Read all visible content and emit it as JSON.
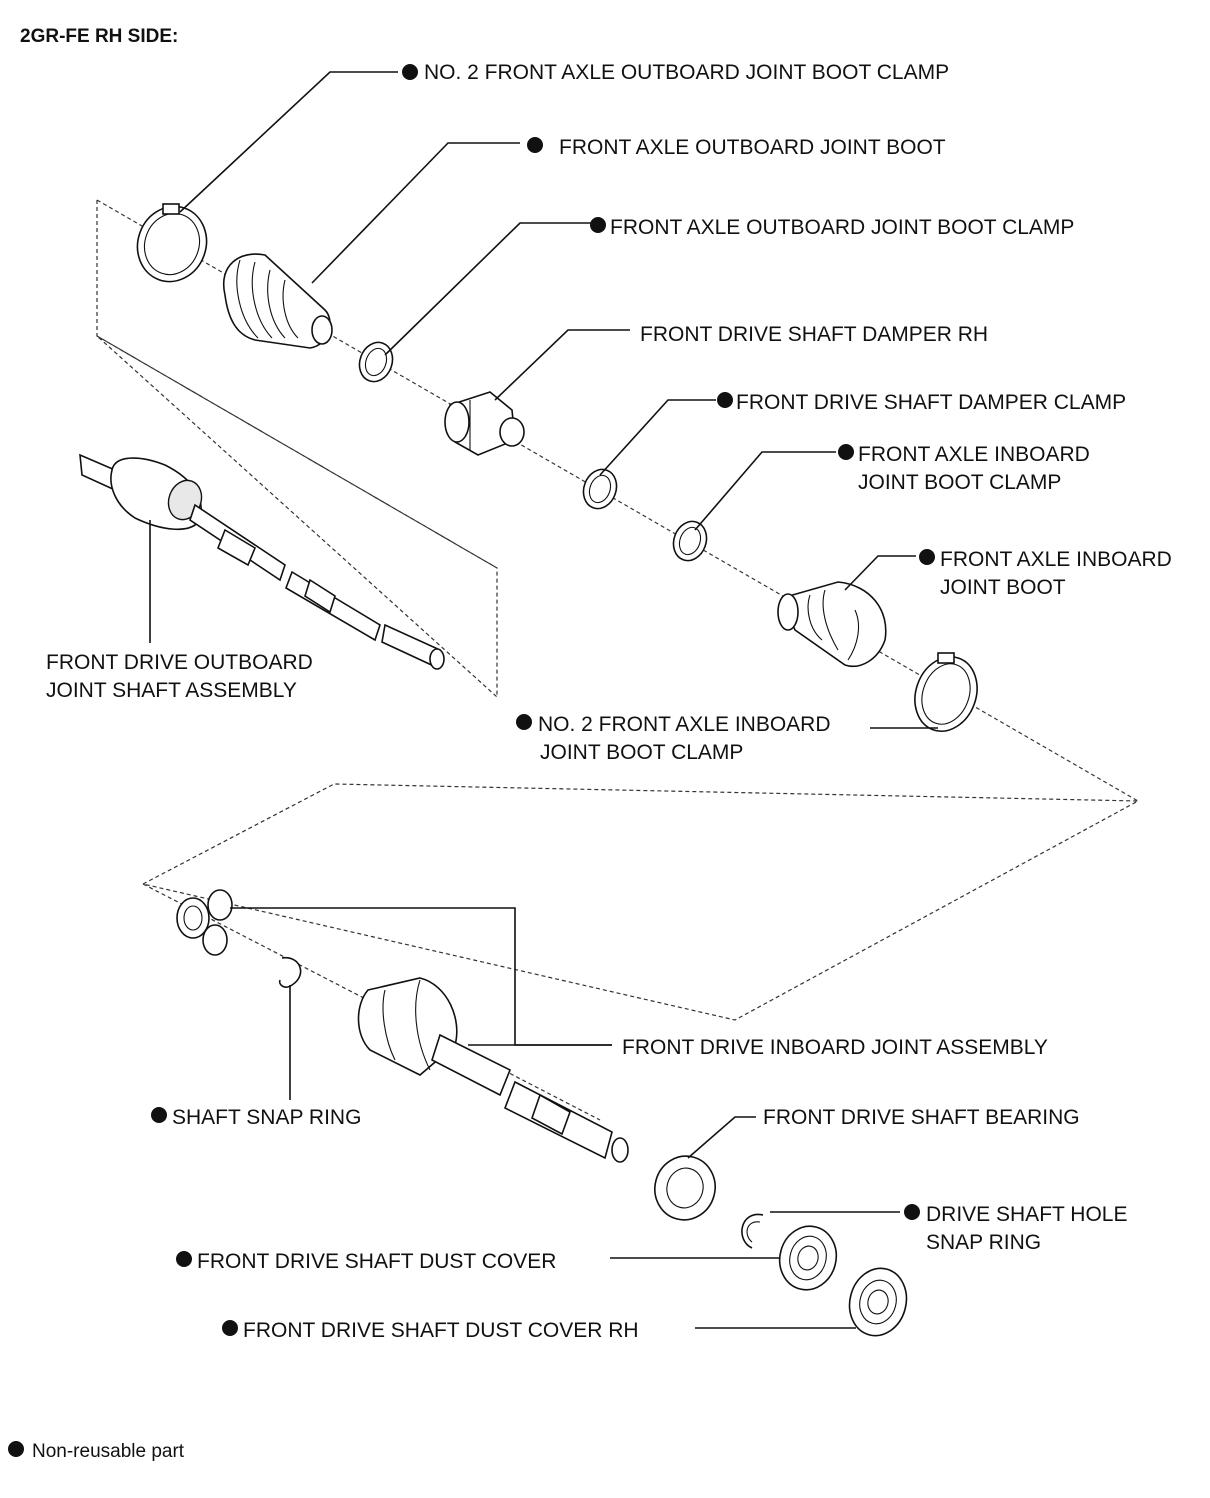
{
  "title": "2GR-FE RH SIDE:",
  "legend": {
    "marker_color": "#111111",
    "text": "Non-reusable part"
  },
  "labels": {
    "no2_front_axle_outboard_joint_boot_clamp": "NO. 2 FRONT AXLE OUTBOARD JOINT BOOT CLAMP",
    "front_axle_outboard_joint_boot": "FRONT AXLE OUTBOARD JOINT BOOT",
    "front_axle_outboard_joint_boot_clamp": "FRONT AXLE OUTBOARD JOINT BOOT CLAMP",
    "front_drive_shaft_damper_rh": "FRONT DRIVE SHAFT DAMPER RH",
    "front_drive_shaft_damper_clamp": "FRONT DRIVE SHAFT DAMPER CLAMP",
    "front_axle_inboard_joint_boot_clamp_1": "FRONT AXLE INBOARD",
    "front_axle_inboard_joint_boot_clamp_2": "JOINT BOOT CLAMP",
    "front_axle_inboard_joint_boot_1": "FRONT AXLE INBOARD",
    "front_axle_inboard_joint_boot_2": "JOINT BOOT",
    "front_drive_outboard_joint_shaft_assembly_1": "FRONT DRIVE OUTBOARD",
    "front_drive_outboard_joint_shaft_assembly_2": "JOINT SHAFT ASSEMBLY",
    "no2_front_axle_inboard_joint_boot_clamp_1": "NO. 2 FRONT AXLE INBOARD",
    "no2_front_axle_inboard_joint_boot_clamp_2": "JOINT BOOT CLAMP",
    "front_drive_inboard_joint_assembly": "FRONT DRIVE INBOARD JOINT ASSEMBLY",
    "shaft_snap_ring": "SHAFT SNAP RING",
    "front_drive_shaft_bearing": "FRONT DRIVE SHAFT BEARING",
    "drive_shaft_hole_snap_ring_1": "DRIVE SHAFT HOLE",
    "drive_shaft_hole_snap_ring_2": "SNAP RING",
    "front_drive_shaft_dust_cover": "FRONT DRIVE SHAFT DUST COVER",
    "front_drive_shaft_dust_cover_rh": "FRONT DRIVE SHAFT DUST COVER RH"
  }
}
